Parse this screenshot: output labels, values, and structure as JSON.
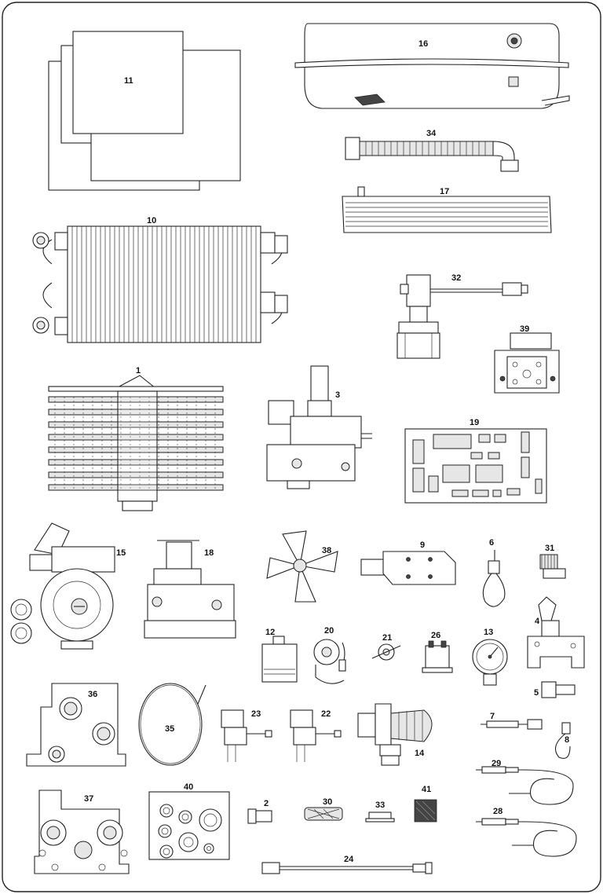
{
  "diagram": {
    "parts": [
      {
        "id": "sheets",
        "label": "11"
      },
      {
        "id": "expansion-vessel",
        "label": "16"
      },
      {
        "id": "flexible-hose",
        "label": "34"
      },
      {
        "id": "hood",
        "label": "17"
      },
      {
        "id": "heat-exchanger",
        "label": "10"
      },
      {
        "id": "solenoid-valve",
        "label": "32"
      },
      {
        "id": "bracket",
        "label": "39"
      },
      {
        "id": "burner",
        "label": "1"
      },
      {
        "id": "gas-valve",
        "label": "3"
      },
      {
        "id": "pcb",
        "label": "19"
      },
      {
        "id": "pump",
        "label": "15"
      },
      {
        "id": "gas-valve-2",
        "label": "18"
      },
      {
        "id": "fan",
        "label": "38"
      },
      {
        "id": "block",
        "label": "9"
      },
      {
        "id": "probe",
        "label": "6"
      },
      {
        "id": "knob",
        "label": "31"
      },
      {
        "id": "air-vent",
        "label": "12"
      },
      {
        "id": "thermostat",
        "label": "20"
      },
      {
        "id": "sensor",
        "label": "21"
      },
      {
        "id": "switch",
        "label": "26"
      },
      {
        "id": "pressure-gauge",
        "label": "13"
      },
      {
        "id": "ignitor",
        "label": "4"
      },
      {
        "id": "connector",
        "label": "5"
      },
      {
        "id": "manifold-left",
        "label": "36"
      },
      {
        "id": "capillary",
        "label": "35"
      },
      {
        "id": "micro-switch-a",
        "label": "23"
      },
      {
        "id": "micro-switch-b",
        "label": "22"
      },
      {
        "id": "filter-valve",
        "label": "14"
      },
      {
        "id": "electrode",
        "label": "7"
      },
      {
        "id": "ntc-probe",
        "label": "8"
      },
      {
        "id": "probe-29",
        "label": "29"
      },
      {
        "id": "manifold-right",
        "label": "37"
      },
      {
        "id": "seal-kit",
        "label": "40"
      },
      {
        "id": "nipple",
        "label": "2"
      },
      {
        "id": "mesh",
        "label": "30"
      },
      {
        "id": "washer",
        "label": "33"
      },
      {
        "id": "insulation",
        "label": "41"
      },
      {
        "id": "probe-28",
        "label": "28"
      },
      {
        "id": "cable",
        "label": "24"
      }
    ]
  }
}
